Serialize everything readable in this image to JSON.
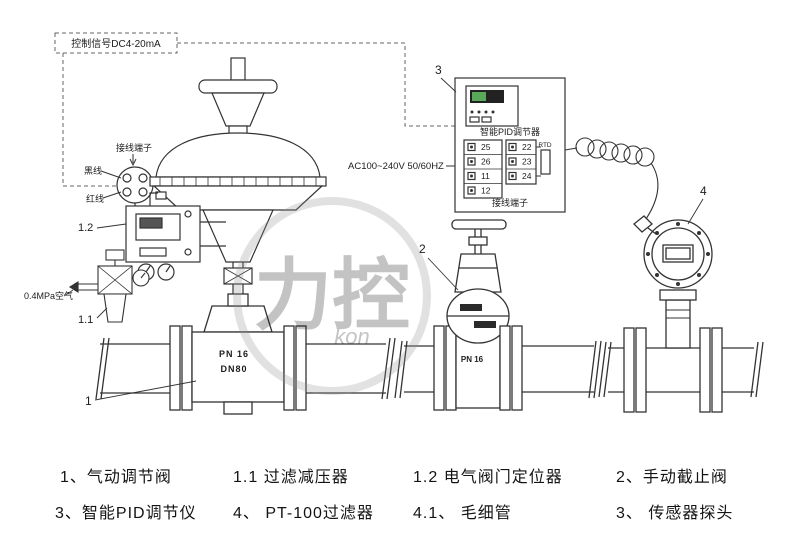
{
  "signal": {
    "control_label": "控制信号DC4-20mA"
  },
  "junction": {
    "title": "接线端子",
    "black_wire": "黑线",
    "red_wire": "红线"
  },
  "air": {
    "label": "0.4MPa空气"
  },
  "power": {
    "label": "AC100~240V 50/60HZ"
  },
  "controller": {
    "name": "智能PID调节器",
    "terminals_label": "接线端子",
    "rtd_label": "RTD",
    "terminals_left": [
      "25",
      "26",
      "11",
      "12"
    ],
    "terminals_right": [
      "22",
      "23",
      "24"
    ]
  },
  "valve1": {
    "marking_line1": "PN 16",
    "marking_line2": "DN80"
  },
  "valve2": {
    "marking_line1": "PN 16"
  },
  "callouts": {
    "c1": "1",
    "c1_1": "1.1",
    "c1_2": "1.2",
    "c2": "2",
    "c3": "3",
    "c4": "4"
  },
  "watermark": {
    "text": "力控",
    "subtext": "kon"
  },
  "legend": {
    "row1": [
      "1、气动调节阀",
      "1.1 过滤减压器",
      "1.2 电气阀门定位器",
      "2、手动截止阀"
    ],
    "row2": [
      "3、智能PID调节仪",
      "4、 PT-100过滤器",
      "4.1、 毛细管",
      "3、 传感器探头"
    ]
  }
}
